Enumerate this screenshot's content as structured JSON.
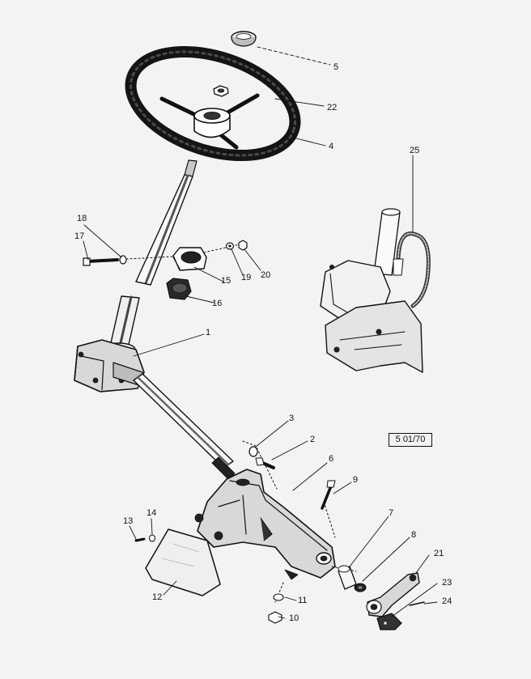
{
  "diagram": {
    "reference_code": "5 01/70",
    "callouts": [
      "5",
      "22",
      "4",
      "25",
      "18",
      "17",
      "19",
      "20",
      "15",
      "16",
      "1",
      "3",
      "2",
      "6",
      "9",
      "7",
      "8",
      "21",
      "23",
      "24",
      "14",
      "13",
      "12",
      "11",
      "10"
    ],
    "parts": [
      "steering-wheel-cap",
      "steering-wheel",
      "steering-wheel-nut",
      "steering-column-shaft",
      "column-bearing-bracket",
      "column-bush",
      "clamp-bolt",
      "steering-box",
      "steering-box-support-bracket",
      "drop-arm",
      "drop-arm-ball-joint",
      "cover-plate",
      "hydraulic-pipe-installation"
    ]
  }
}
